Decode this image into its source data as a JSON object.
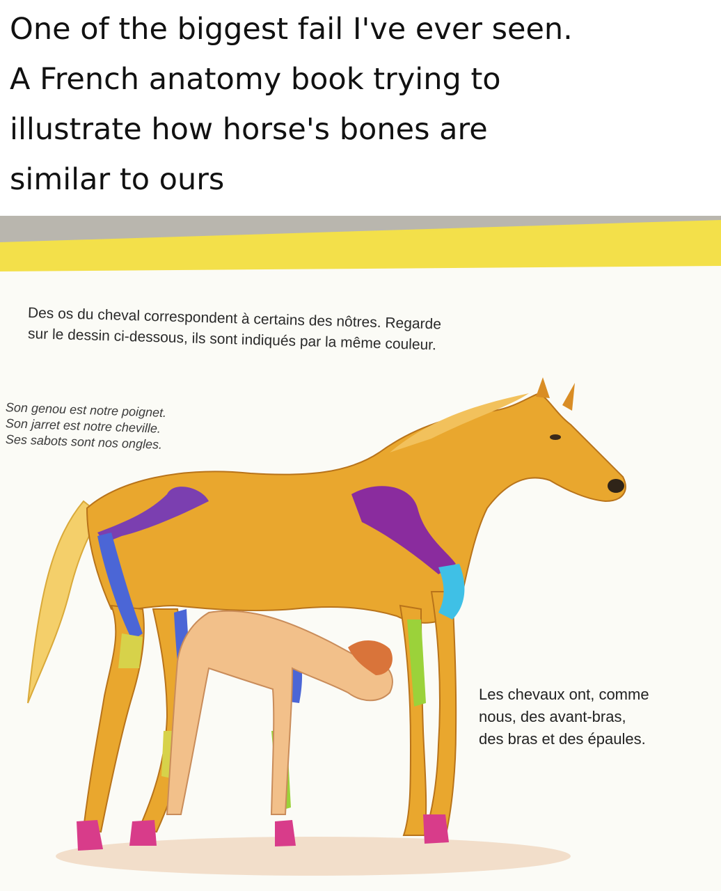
{
  "caption": {
    "lines": [
      "One of the biggest fail I've ever seen.",
      "A French anatomy book trying to",
      "illustrate how horse's bones are",
      "similar to ours"
    ]
  },
  "book": {
    "intro": [
      "Des os du cheval correspondent à certains des nôtres. Regarde",
      "sur le dessin ci-dessous, ils sont indiqués par la même couleur."
    ],
    "side_notes": [
      "Son genou est notre poignet.",
      "Son jarret est notre cheville.",
      "Ses sabots sont nos ongles."
    ],
    "callout": [
      "Les chevaux ont, comme",
      "nous, des avant-bras,",
      "des bras et des épaules."
    ]
  },
  "colors": {
    "horse": "#e9a72e",
    "page_border": "#f3e04a",
    "purple_bone": "#8a2c9e",
    "blue_bone": "#4b66d6",
    "cyan_bone": "#3fc0e6",
    "green_bone": "#9bd23a",
    "pink_bone": "#d83c8a",
    "human_skin": "#f2c08a"
  }
}
